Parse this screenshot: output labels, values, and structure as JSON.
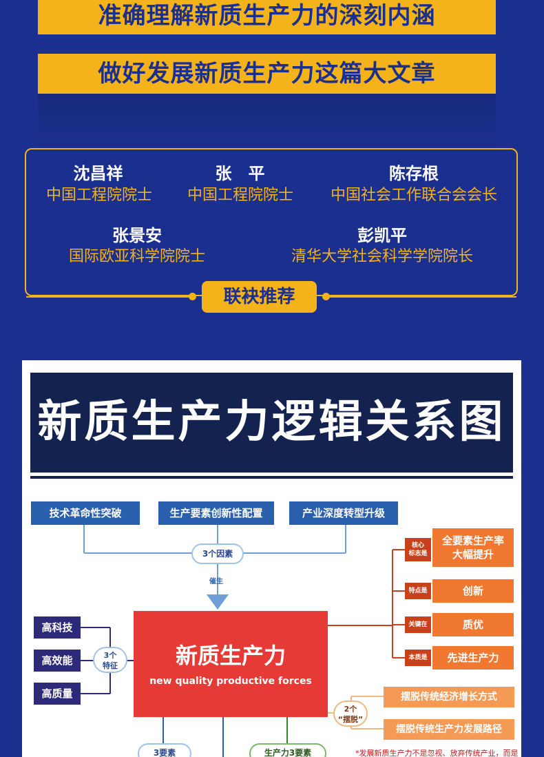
{
  "banners": {
    "line1": "准确理解新质生产力的深刻内涵",
    "line2": "做好发展新质生产力这篇大文章"
  },
  "recommenders": [
    {
      "name": "沈昌祥",
      "title": "中国工程院院士"
    },
    {
      "name": "张　平",
      "title": "中国工程院院士"
    },
    {
      "name": "陈存根",
      "title": "中国社会工作联合会会长"
    },
    {
      "name": "张景安",
      "title": "国际欧亚科学院院士"
    },
    {
      "name": "彭凯平",
      "title": "清华大学社会科学学院院长"
    }
  ],
  "recommend_label": "联袂推荐",
  "poster": {
    "title": "新质生产力逻辑关系图",
    "top_factors": [
      "技术革命性突破",
      "生产要素创新性配置",
      "产业深度转型升级"
    ],
    "factors_oval": "3个因素",
    "catalyze_label": "催生",
    "center_cn": "新质生产力",
    "center_en": "new quality productive forces",
    "features": [
      "高科技",
      "高效能",
      "高质量"
    ],
    "features_oval_line1": "3个",
    "features_oval_line2": "特征",
    "right_items": [
      {
        "tag_line1": "核心",
        "tag_line2": "标志是",
        "label_line1": "全要素生产率",
        "label_line2": "大幅提升"
      },
      {
        "tag_line1": "特点是",
        "tag_line2": "",
        "label_line1": "创新",
        "label_line2": ""
      },
      {
        "tag_line1": "关键在",
        "tag_line2": "",
        "label_line1": "质优",
        "label_line2": ""
      },
      {
        "tag_line1": "本质是",
        "tag_line2": "",
        "label_line1": "先进生产力",
        "label_line2": ""
      }
    ],
    "break_oval_line1": "2个",
    "break_oval_line2": "“摆脱”",
    "break_items": [
      "摆脱传统经济增长方式",
      "摆脱传统生产力发展路径"
    ],
    "bottom_oval_left": "3要素",
    "bottom_oval_mid": "生产力3要素",
    "bottom_note": "*发展新质生产力不是忽视、放弃传统产业，而是"
  },
  "colors": {
    "background": "#1b2f8e",
    "accent": "#f4b31a",
    "poster_title_bg": "#14224f",
    "center_red": "#e63a36",
    "orange": "#f07830"
  }
}
